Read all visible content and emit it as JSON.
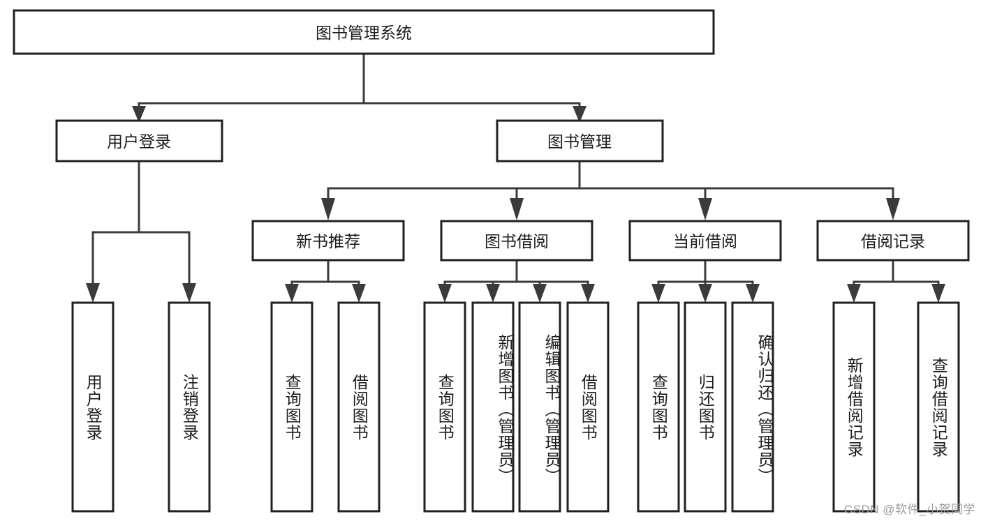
{
  "diagram": {
    "type": "tree-hierarchy",
    "title": "图书管理系统",
    "root": {
      "id": "root",
      "label": "图书管理系统",
      "orientation": "horizontal"
    },
    "level2": [
      {
        "id": "user-login",
        "label": "用户登录",
        "orientation": "horizontal"
      },
      {
        "id": "book-management",
        "label": "图书管理",
        "orientation": "horizontal"
      }
    ],
    "level3": [
      {
        "id": "new-book-recommend",
        "label": "新书推荐",
        "orientation": "horizontal",
        "parent": "book-management"
      },
      {
        "id": "book-borrow",
        "label": "图书借阅",
        "orientation": "horizontal",
        "parent": "book-management"
      },
      {
        "id": "current-borrow",
        "label": "当前借阅",
        "orientation": "horizontal",
        "parent": "book-management"
      },
      {
        "id": "borrow-record",
        "label": "借阅记录",
        "orientation": "horizontal",
        "parent": "book-management"
      }
    ],
    "leaves": {
      "user_login": [
        {
          "id": "leaf-user-login",
          "label": "用户登录"
        },
        {
          "id": "leaf-logout-login",
          "label": "注销登录"
        }
      ],
      "new_book_recommend": [
        {
          "id": "leaf-query-book-1",
          "label": "查询图书"
        },
        {
          "id": "leaf-borrow-book-1",
          "label": "借阅图书"
        }
      ],
      "book_borrow": [
        {
          "id": "leaf-query-book-2",
          "label": "查询图书"
        },
        {
          "id": "leaf-add-book",
          "label": "新增图书（管理员）"
        },
        {
          "id": "leaf-edit-book",
          "label": "编辑图书（管理员）"
        },
        {
          "id": "leaf-borrow-book-2",
          "label": "借阅图书"
        }
      ],
      "current_borrow": [
        {
          "id": "leaf-query-book-3",
          "label": "查询图书"
        },
        {
          "id": "leaf-return-book",
          "label": "归还图书"
        },
        {
          "id": "leaf-confirm-return",
          "label": "确认归还（管理员）"
        }
      ],
      "borrow_record": [
        {
          "id": "leaf-add-record",
          "label": "新增借阅记录"
        },
        {
          "id": "leaf-query-record",
          "label": "查询借阅记录"
        }
      ]
    }
  },
  "watermark": {
    "text": "CSDN @软件_小贺同学"
  },
  "colors": {
    "background": "#ffffff",
    "box_stroke": "#231f20",
    "connector": "#3b3b3b",
    "text": "#1c1c1c",
    "watermark": "#9a9a9a"
  }
}
